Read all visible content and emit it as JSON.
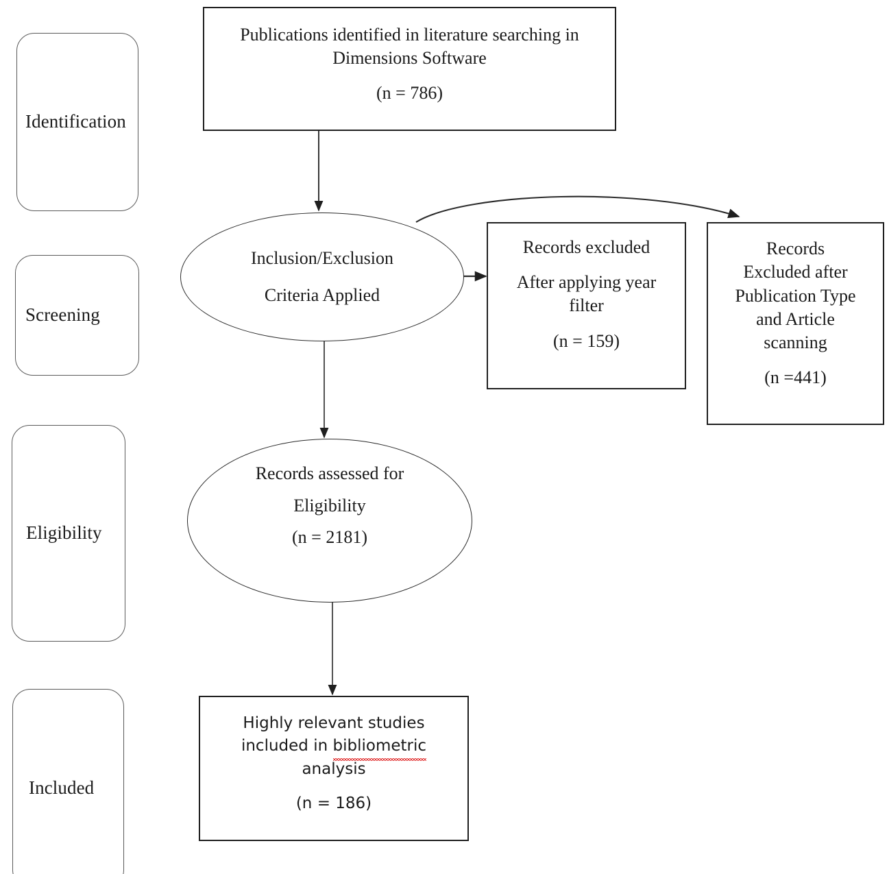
{
  "diagram": {
    "type": "prisma-flow-diagram",
    "stages": [
      {
        "id": "identification",
        "label": "Identification"
      },
      {
        "id": "screening",
        "label": "Screening"
      },
      {
        "id": "eligibility",
        "label": "Eligibility"
      },
      {
        "id": "included",
        "label": "Included"
      }
    ],
    "nodes": {
      "identified": {
        "shape": "rectangle",
        "line1": "Publications identified in literature searching in",
        "line2": "Dimensions Software",
        "count": "(n = 786)"
      },
      "criteria": {
        "shape": "ellipse",
        "line1": "Inclusion/Exclusion",
        "line2": "Criteria Applied"
      },
      "excluded_year": {
        "shape": "rectangle",
        "line1": "Records excluded",
        "line2": "After applying year",
        "line3": "filter",
        "count": "(n = 159)"
      },
      "excluded_type": {
        "shape": "rectangle",
        "line1": "Records",
        "line2": "Excluded after",
        "line3": "Publication Type",
        "line4": "and Article",
        "line5": "scanning",
        "count": "(n =441)"
      },
      "eligibility": {
        "shape": "ellipse",
        "line1": "Records assessed for",
        "line2": "Eligibility",
        "count": "(n = 2181)"
      },
      "included_final": {
        "shape": "rectangle",
        "line1": "Highly relevant studies",
        "line2_a": "included in ",
        "line2_misspelled": "bibliometric",
        "line3": "analysis",
        "count": "(n = 186)"
      }
    },
    "colors": {
      "stroke": "#1f1f1f",
      "stage_stroke": "#595959",
      "text": "#1a1a1a",
      "spellcheck_underline": "#e23b3b",
      "background": "#ffffff"
    }
  }
}
